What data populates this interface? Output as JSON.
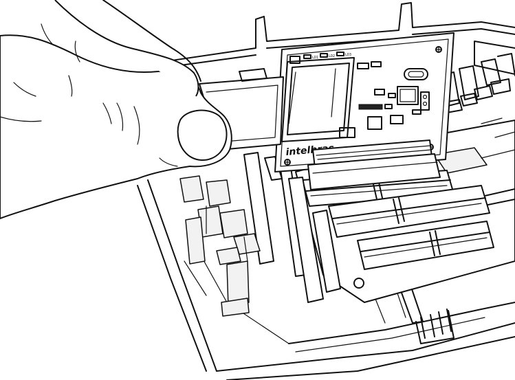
{
  "diagram": {
    "brand_logo": "intelbras",
    "board_labels": [
      "LD1",
      "LD2",
      "LD3"
    ],
    "colors": {
      "ink": "#111111",
      "paper": "#ffffff",
      "shade": "#f2f2f2"
    },
    "icons": [
      "hand-holding-sd-card",
      "sd-card",
      "memory-board",
      "pin-header-connector",
      "chassis-enclosure"
    ]
  }
}
